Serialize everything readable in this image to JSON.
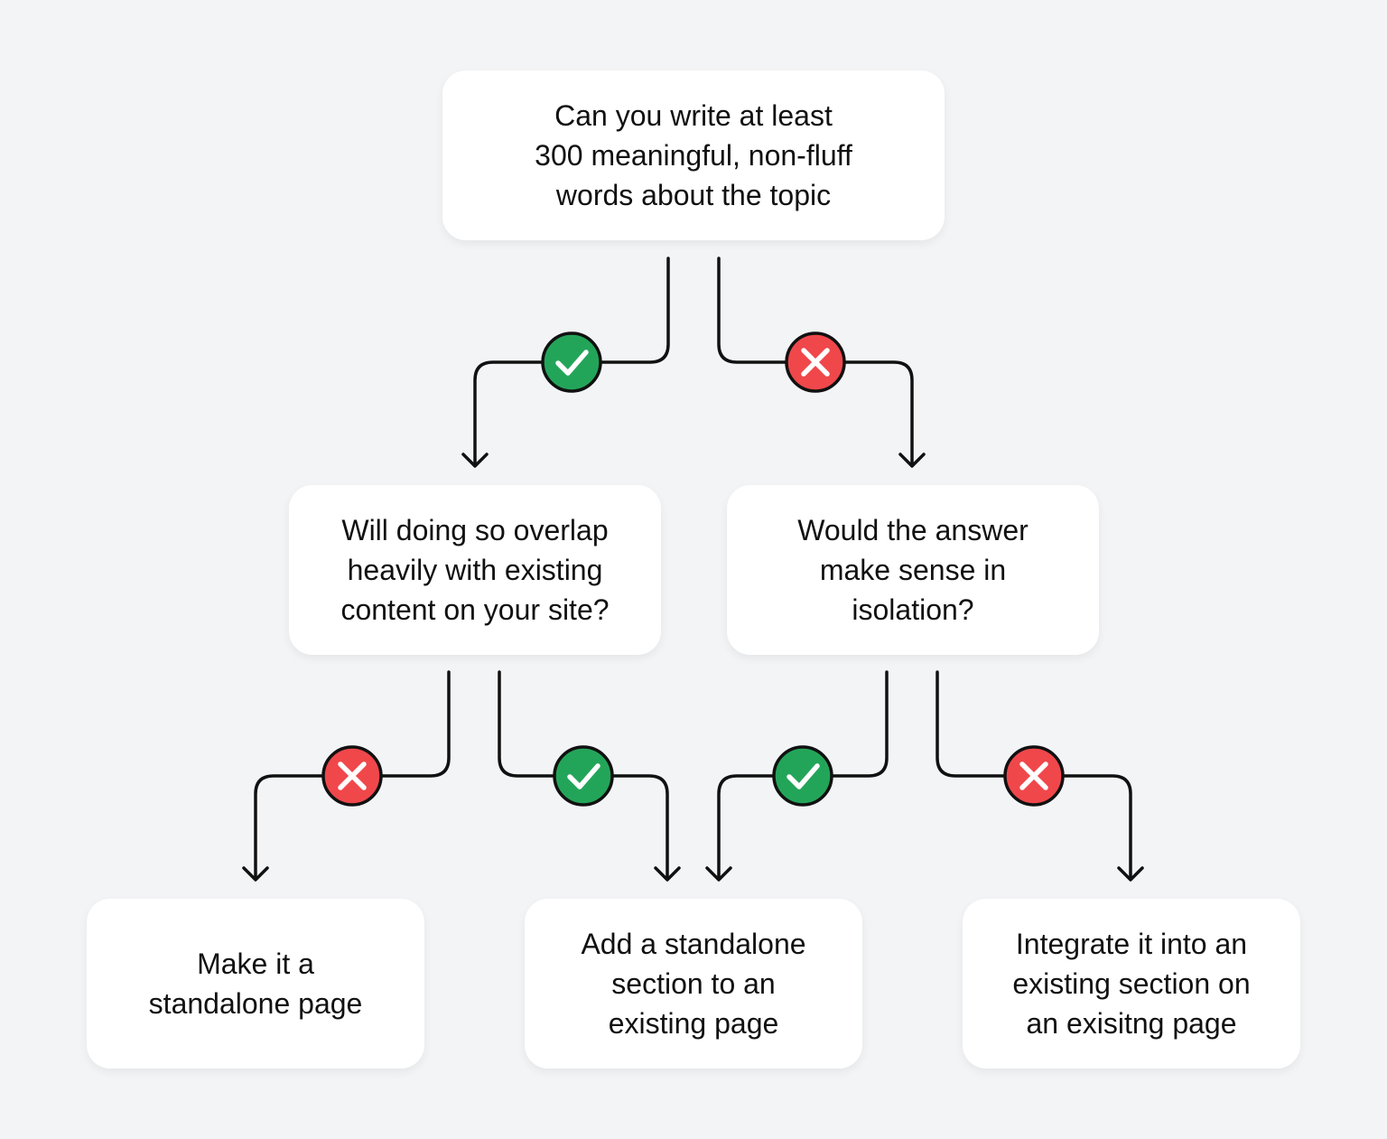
{
  "nodes": {
    "root": "Can you write at least\n300 meaningful, non-fluff\nwords about the topic",
    "overlap_question": "Will doing so overlap\nheavily with existing\ncontent on your site?",
    "isolation_question": "Would the answer\nmake sense in\nisolation?",
    "standalone_page": "Make it a\nstandalone page",
    "standalone_section": "Add a standalone\nsection to an\nexisting page",
    "integrate_section": "Integrate it into an\nexisting section on\nan exisitng page"
  },
  "decisions": [
    {
      "from": "root",
      "to": "overlap_question",
      "answer": "yes"
    },
    {
      "from": "root",
      "to": "isolation_question",
      "answer": "no"
    },
    {
      "from": "overlap_question",
      "to": "standalone_page",
      "answer": "no"
    },
    {
      "from": "overlap_question",
      "to": "standalone_section",
      "answer": "yes"
    },
    {
      "from": "isolation_question",
      "to": "standalone_section",
      "answer": "yes"
    },
    {
      "from": "isolation_question",
      "to": "integrate_section",
      "answer": "no"
    }
  ],
  "colors": {
    "yes": "#23a559",
    "no": "#f0474b",
    "line": "#111111",
    "background": "#f3f4f6",
    "card": "#ffffff"
  },
  "icons": {
    "yes": "check-icon",
    "no": "x-icon"
  }
}
